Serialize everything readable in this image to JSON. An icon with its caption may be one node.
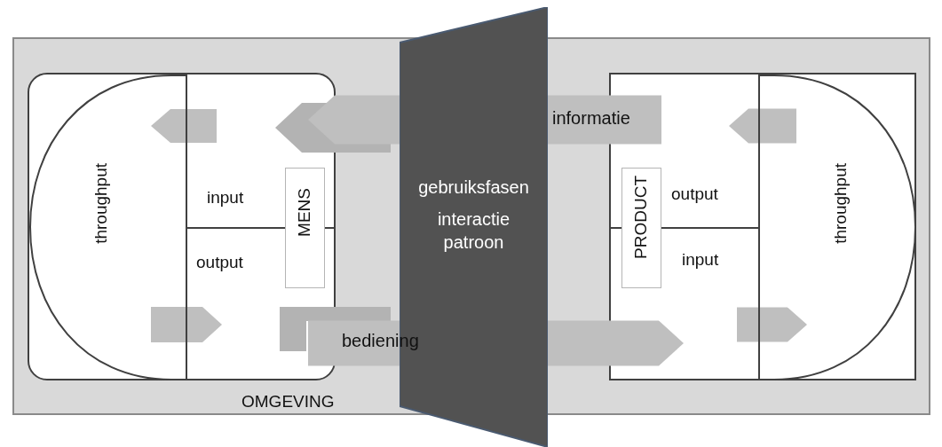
{
  "diagram": {
    "nodes": [
      {
        "text": [
          "OMGEVING"
        ]
      },
      {
        "text": [
          "throughput"
        ],
        "in": 0
      },
      {
        "text": [
          "input"
        ],
        "in": 0
      },
      {
        "text": [
          "output"
        ],
        "in": 0
      },
      {
        "text": [
          "MENS"
        ],
        "in": 0
      },
      {
        "text": [
          "gebruiksfasen",
          "interactie patroon"
        ]
      },
      {
        "text": [
          "PRODUCT"
        ],
        "in": 0
      },
      {
        "text": [
          "output"
        ],
        "in": 0
      },
      {
        "text": [
          "input"
        ],
        "in": 0
      },
      {
        "text": [
          "throughput"
        ],
        "in": 0
      }
    ],
    "edges": [
      {
        "from": 2,
        "to": 1,
        "arrow": "to"
      },
      {
        "from": 1,
        "to": 3,
        "arrow": "to"
      },
      {
        "from": 7,
        "to": 5,
        "arrow": "none",
        "label": "informatie"
      },
      {
        "from": 5,
        "to": 2,
        "arrow": "to"
      },
      {
        "from": 3,
        "to": 5,
        "arrow": "none",
        "label": "bediening"
      },
      {
        "from": 5,
        "to": 8,
        "arrow": "to"
      },
      {
        "from": 9,
        "to": 7,
        "arrow": "to"
      },
      {
        "from": 8,
        "to": 9,
        "arrow": "to"
      }
    ]
  }
}
